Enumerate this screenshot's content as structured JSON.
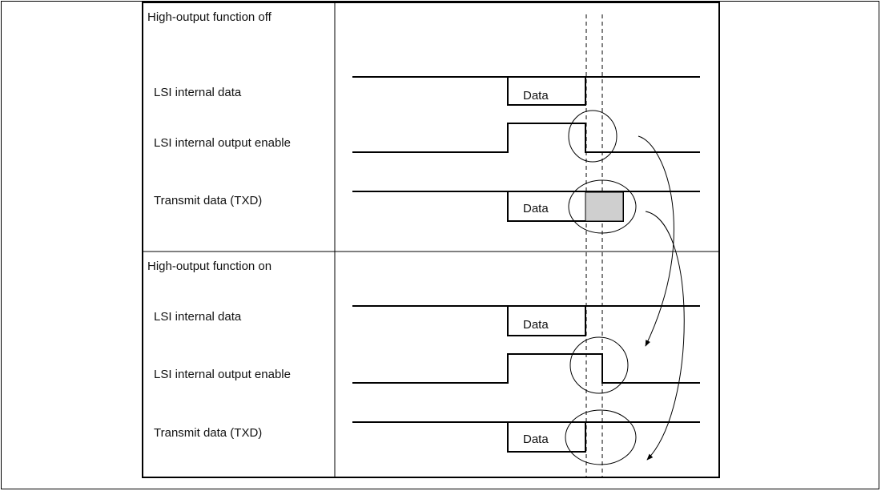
{
  "sections": [
    {
      "header": "High-output function off",
      "signals": [
        {
          "label": "LSI internal data",
          "box": "Data"
        },
        {
          "label": "LSI internal output enable"
        },
        {
          "label": "Transmit data (TXD)",
          "box": "Data"
        }
      ]
    },
    {
      "header": "High-output function on",
      "signals": [
        {
          "label": "LSI internal data",
          "box": "Data"
        },
        {
          "label": "LSI internal output enable"
        },
        {
          "label": "Transmit data (TXD)",
          "box": "Data"
        }
      ]
    }
  ],
  "colors": {
    "line": "#000000",
    "shaded_region": "#cfcfcf"
  }
}
